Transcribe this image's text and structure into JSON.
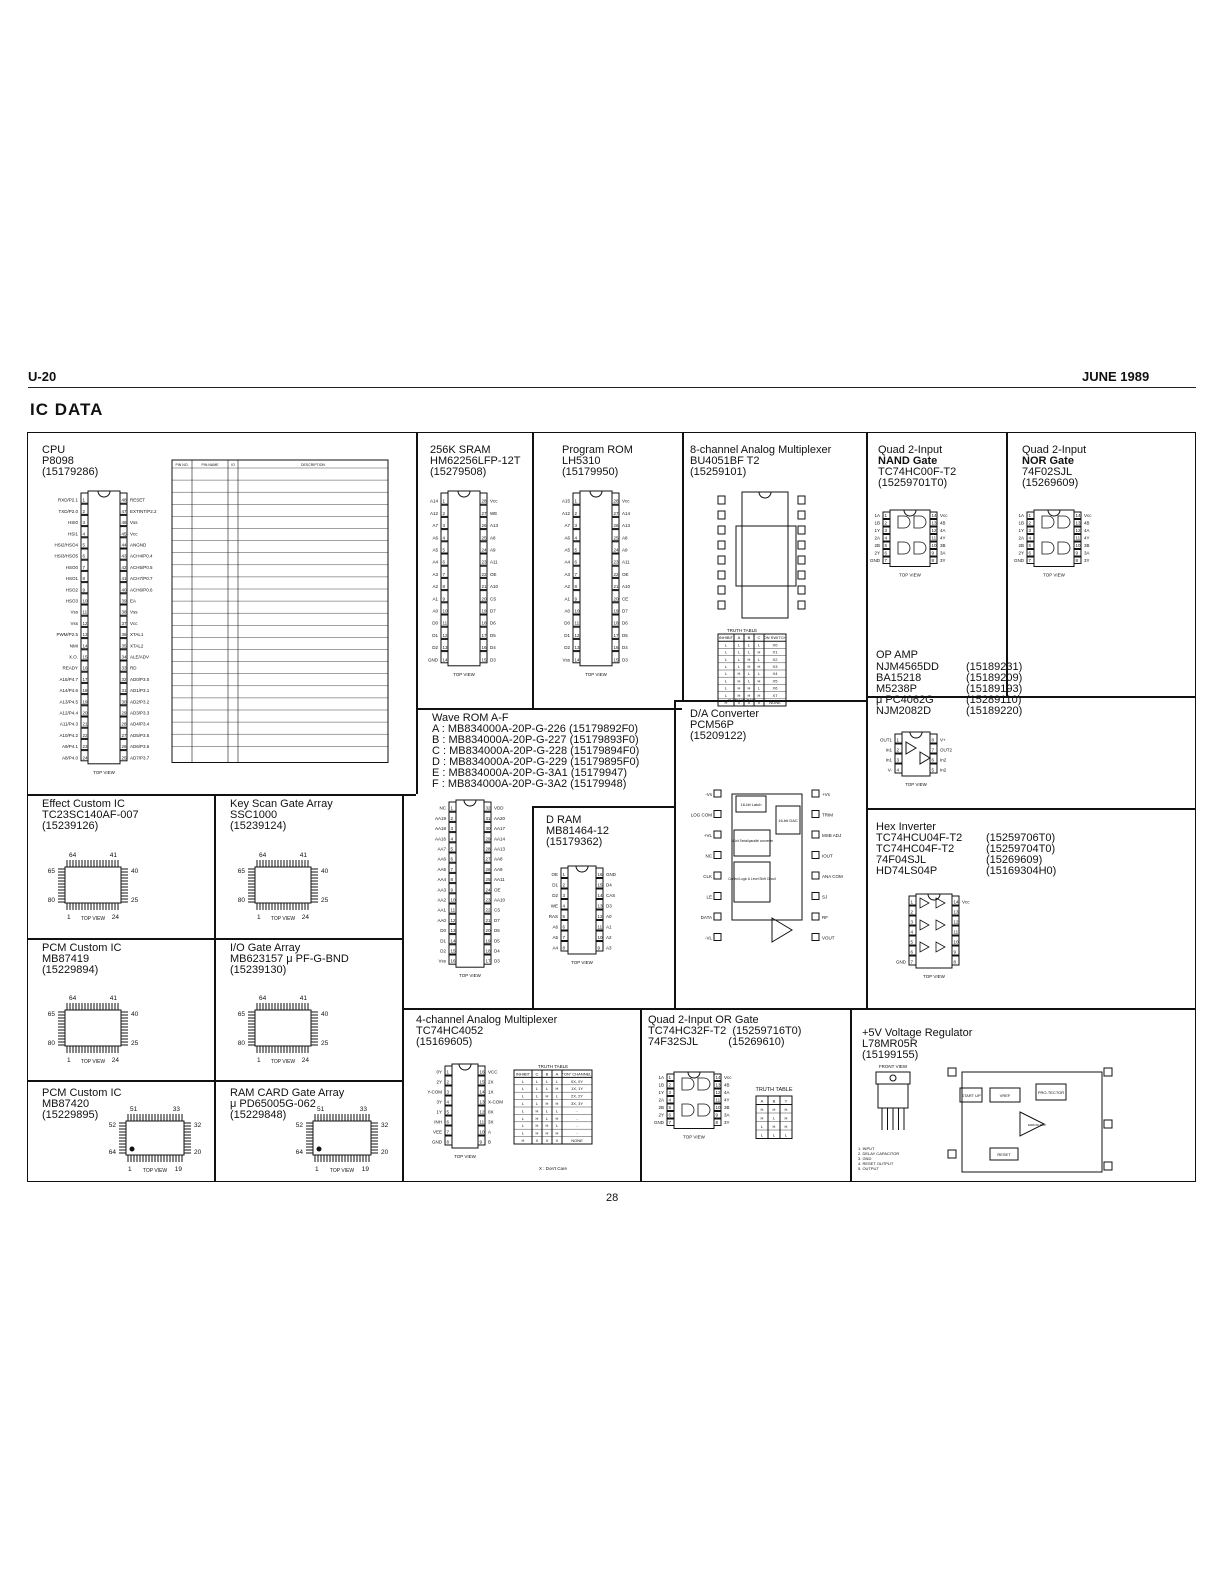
{
  "header": {
    "left": "U-20",
    "right": "JUNE 1989"
  },
  "title": "IC DATA",
  "page_number": "28",
  "cells": {
    "cpu": {
      "lines": [
        "CPU",
        "P8098",
        "(15179286)"
      ],
      "bold": []
    },
    "sram": {
      "lines": [
        "256K SRAM",
        "HM62256LFP-12T",
        "(15279508)"
      ],
      "bold": []
    },
    "prom": {
      "lines": [
        "Program ROM",
        "LH5310",
        "(15179950)"
      ],
      "bold": []
    },
    "mux8": {
      "lines": [
        "8-channel Analog Multiplexer",
        "BU4051BF T2",
        "(15259101)"
      ],
      "bold": []
    },
    "nand": {
      "lines": [
        "Quad 2-Input",
        "NAND Gate",
        "TC74HC00F-T2",
        "(15259701T0)"
      ],
      "bold": [
        1
      ]
    },
    "nor": {
      "lines": [
        "Quad 2-Input",
        "NOR Gate",
        "74F02SJL",
        "(15269609)"
      ],
      "bold": [
        1
      ]
    },
    "opamp": {
      "lines": [
        "OP AMP"
      ],
      "parts": [
        [
          "NJM4565DD",
          "(15189231)"
        ],
        [
          "BA15218",
          "(15189209)"
        ],
        [
          "M5238P",
          "(15189193)"
        ],
        [
          "μ PC4062G",
          "(15289110)"
        ],
        [
          "NJM2082D",
          "(15189220)"
        ]
      ]
    },
    "waverom": {
      "lines": [
        "Wave ROM A-F",
        "A : MB834000A-20P-G-226 (15179892F0)",
        "B : MB834000A-20P-G-227 (15179893F0)",
        "C : MB834000A-20P-G-228 (15179894F0)",
        "D : MB834000A-20P-G-229 (15179895F0)",
        "E : MB834000A-20P-G-3A1 (15179947)",
        "F : MB834000A-20P-G-3A2 (15179948)"
      ]
    },
    "dac": {
      "lines": [
        "D/A Converter",
        "PCM56P",
        "(15209122)"
      ]
    },
    "effect": {
      "lines": [
        "Effect Custom IC",
        "TC23SC140AF-007",
        "(15239126)"
      ]
    },
    "keyscan": {
      "lines": [
        "Key Scan Gate Array",
        "SSC1000",
        "(15239124)"
      ]
    },
    "dram": {
      "lines": [
        "D RAM",
        "MB81464-12",
        "(15179362)"
      ]
    },
    "hexinv": {
      "lines": [
        "Hex Inverter"
      ],
      "parts": [
        [
          "TC74HCU04F-T2",
          "(15259706T0)"
        ],
        [
          "TC74HC04F-T2",
          "(15259704T0)"
        ],
        [
          "74F04SJL",
          "(15269609)"
        ],
        [
          "HD74LS04P",
          "(15169304H0)"
        ]
      ]
    },
    "pcm1": {
      "lines": [
        "PCM Custom IC",
        "MB87419",
        "(15229894)"
      ]
    },
    "io": {
      "lines": [
        "I/O Gate Array",
        "MB623157 μ PF-G-BND",
        "(15239130)"
      ]
    },
    "mux4": {
      "lines": [
        "4-channel Analog Multiplexer",
        "TC74HC4052",
        "(15169605)"
      ]
    },
    "or": {
      "lines": [
        "Quad 2-Input OR Gate",
        "TC74HC32F-T2  (15259716T0)",
        "74F32SJL          (15269610)"
      ]
    },
    "reg": {
      "lines": [
        "+5V Voltage Regulator",
        "L78MR05R",
        "(15199155)"
      ]
    },
    "pcm2": {
      "lines": [
        "PCM Custom IC",
        "MB87420",
        "(15229895)"
      ]
    },
    "ramcard": {
      "lines": [
        "RAM CARD Gate Array",
        "μ PD65005G-062",
        "(15229848)"
      ]
    }
  },
  "labels": {
    "top_view": "TOP VIEW",
    "front_view": "FRONT VIEW",
    "truth_table": "TRUTH TABLE",
    "dont_care": "X : Don't Care",
    "qfp_a": [
      "64",
      "41",
      "65",
      "40",
      "80",
      "25",
      "1",
      "24"
    ],
    "qfp_b": [
      "51",
      "33",
      "52",
      "32",
      "64",
      "20",
      "1",
      "19"
    ],
    "regulator_pins": [
      "1. INPUT",
      "2. DELAY CAPACITOR",
      "3. GND",
      "4. RESET OUTPUT",
      "5. OUTPUT"
    ],
    "reg_blocks": [
      "START UP",
      "VREF",
      "PRO-TECTOR",
      "ERROR AMP",
      "RESET"
    ],
    "dac_blocks": [
      "16-bit Latch",
      "16-bit DAC",
      "16-bit Serial/parallel converter",
      "Control Logic & Level Shift Circuit"
    ],
    "dac_pins_left": [
      "-Vs",
      "LOG COM",
      "+VL",
      "NC",
      "CLK",
      "LE",
      "DATA",
      "-VL"
    ],
    "dac_pins_right": [
      "+Vs",
      "TRIM",
      "MSB ADJ",
      "IOUT",
      "ANA COM",
      "SJ",
      "RF",
      "VOUT"
    ],
    "cpu_table_header": [
      "PIN NO.",
      "PIN NAME",
      "IO",
      "DESCRIPTION"
    ],
    "cpu_pins_left": [
      "RXD/P2.1",
      "TXD/P2.0",
      "HSI0",
      "HSI1",
      "HSI2/HSO4",
      "HSI3/HSO5",
      "HSO0",
      "HSO1",
      "HSO2",
      "HSO3",
      "Vss",
      "Vss",
      "PWM/P2.5",
      "NMI",
      "X.O.",
      "READY",
      "A15/P4.7",
      "A14/P4.6",
      "A13/P4.5",
      "A12/P4.4",
      "A11/P4.3",
      "A10/P4.2",
      "A9/P4.1",
      "A8/P4.0"
    ],
    "cpu_pins_right": [
      "RESET",
      "EXTINT/P2.2",
      "Vss",
      "Vcc",
      "ANGND",
      "ACH4/P0.4",
      "ACH5/P0.5",
      "ACH7/P0.7",
      "ACH6/P0.6",
      "EA",
      "Vss",
      "Vcc",
      "XTAL1",
      "XTAL2",
      "ALE/ADV",
      "RD",
      "AD0/P3.0",
      "AD1/P3.1",
      "AD2/P3.2",
      "AD3/P3.3",
      "AD4/P3.4",
      "AD5/P3.5",
      "AD6/P3.6",
      "AD7/P3.7"
    ],
    "sram_left": [
      "A14",
      "A12",
      "A7",
      "A6",
      "A5",
      "A4",
      "A3",
      "A2",
      "A1",
      "A0",
      "D0",
      "D1",
      "D2",
      "GND"
    ],
    "sram_right": [
      "Vcc",
      "WE",
      "A13",
      "A8",
      "A9",
      "A11",
      "OE",
      "A10",
      "CS",
      "D7",
      "D6",
      "D5",
      "D4",
      "D3"
    ],
    "prom_left": [
      "A15",
      "A12",
      "A7",
      "A6",
      "A5",
      "A4",
      "A3",
      "A2",
      "A1",
      "A0",
      "D0",
      "D1",
      "D2",
      "Vss"
    ],
    "prom_right": [
      "Vcc",
      "A14",
      "A13",
      "A8",
      "A9",
      "A11",
      "OE",
      "A10",
      "CE",
      "D7",
      "D6",
      "D5",
      "D4",
      "D3"
    ],
    "wave_left": [
      "NC",
      "AA19",
      "AA18",
      "AA16",
      "AA7",
      "AA6",
      "AA5",
      "AA4",
      "AA3",
      "AA2",
      "AA1",
      "AA0",
      "D0",
      "D1",
      "D2",
      "Vss"
    ],
    "wave_right": [
      "VDD",
      "AA20",
      "AA17",
      "AA14",
      "AA13",
      "AA8",
      "AA9",
      "AA11",
      "OE",
      "AA10",
      "CS",
      "D7",
      "D6",
      "D5",
      "D4",
      "D3"
    ],
    "dram_left": [
      "OE",
      "D1",
      "D2",
      "WE",
      "RAS",
      "A6",
      "A5",
      "A4"
    ],
    "dram_right": [
      "GND",
      "D4",
      "CAS",
      "D3",
      "A0",
      "A1",
      "A2",
      "A3"
    ],
    "mux4_left": [
      "0Y",
      "2Y",
      "Y-COM",
      "3Y",
      "1Y",
      "INH",
      "VEE",
      "GND"
    ],
    "mux4_right": [
      "VCC",
      "2X",
      "1X",
      "X-COM",
      "0X",
      "3X",
      "A",
      "B"
    ],
    "mux4_tt_header": [
      "INHIBIT",
      "C",
      "B",
      "A",
      "\"ON\" CHANNEL"
    ],
    "mux4_tt_rows": [
      [
        "L",
        "L",
        "L",
        "L",
        "0X, 0Y"
      ],
      [
        "L",
        "L",
        "L",
        "H",
        "1X, 1Y"
      ],
      [
        "L",
        "L",
        "H",
        "L",
        "2X, 2Y"
      ],
      [
        "L",
        "L",
        "H",
        "H",
        "3X, 3Y"
      ],
      [
        "L",
        "H",
        "L",
        "L",
        "-"
      ],
      [
        "L",
        "H",
        "L",
        "H",
        "-"
      ],
      [
        "L",
        "H",
        "H",
        "L",
        "-"
      ],
      [
        "L",
        "H",
        "H",
        "H",
        "-"
      ],
      [
        "H",
        "X",
        "X",
        "X",
        "NONE"
      ]
    ],
    "mux8_tt_header": [
      "INHIBIT",
      "A",
      "B",
      "C",
      "ON SWITCH"
    ],
    "mux8_tt_rows": [
      [
        "L",
        "L",
        "L",
        "L",
        "X0"
      ],
      [
        "L",
        "L",
        "L",
        "H",
        "X1"
      ],
      [
        "L",
        "L",
        "H",
        "L",
        "X2"
      ],
      [
        "L",
        "L",
        "H",
        "H",
        "X3"
      ],
      [
        "L",
        "H",
        "L",
        "L",
        "X4"
      ],
      [
        "L",
        "H",
        "L",
        "H",
        "X5"
      ],
      [
        "L",
        "H",
        "H",
        "L",
        "X6"
      ],
      [
        "L",
        "H",
        "H",
        "H",
        "X7"
      ],
      [
        "H",
        "X",
        "X",
        "X",
        "NONE"
      ]
    ],
    "or_tt_header": [
      "A",
      "B",
      "Y"
    ],
    "or_tt_rows": [
      [
        "H",
        "H",
        "H"
      ],
      [
        "H",
        "L",
        "H"
      ],
      [
        "L",
        "H",
        "H"
      ],
      [
        "L",
        "L",
        "L"
      ]
    ]
  }
}
